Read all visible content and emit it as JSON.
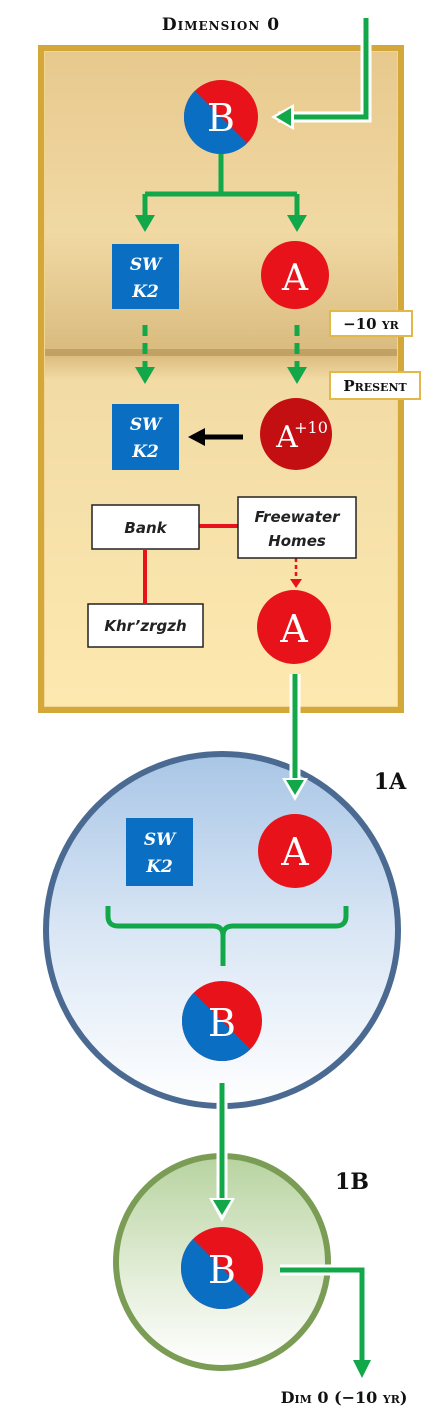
{
  "labels": {
    "dimension_title": "Dimension 0",
    "minus_10": "−10 yr",
    "present": "Present",
    "dim_1a": "1A",
    "dim_1b": "1B",
    "dim0_return": "Dim 0 (−10 yr)"
  },
  "nodes": {
    "b_letter": "B",
    "a_letter": "A",
    "a_plus_base": "A",
    "a_plus_exp": "+10",
    "sw_line1": "SW",
    "sw_line2": "K2",
    "bank": "Bank",
    "freewater_line1": "Freewater",
    "freewater_line2": "Homes",
    "khr": "Khr’zrgzh"
  },
  "colors": {
    "green": "#12a84a",
    "red": "#e8121a",
    "dark_red": "#c40f12",
    "blue": "#0a6fc2",
    "gold_border": "#d3a73a",
    "circle_1a_border": "#4a6a92",
    "circle_1b_border": "#7a9c55"
  }
}
